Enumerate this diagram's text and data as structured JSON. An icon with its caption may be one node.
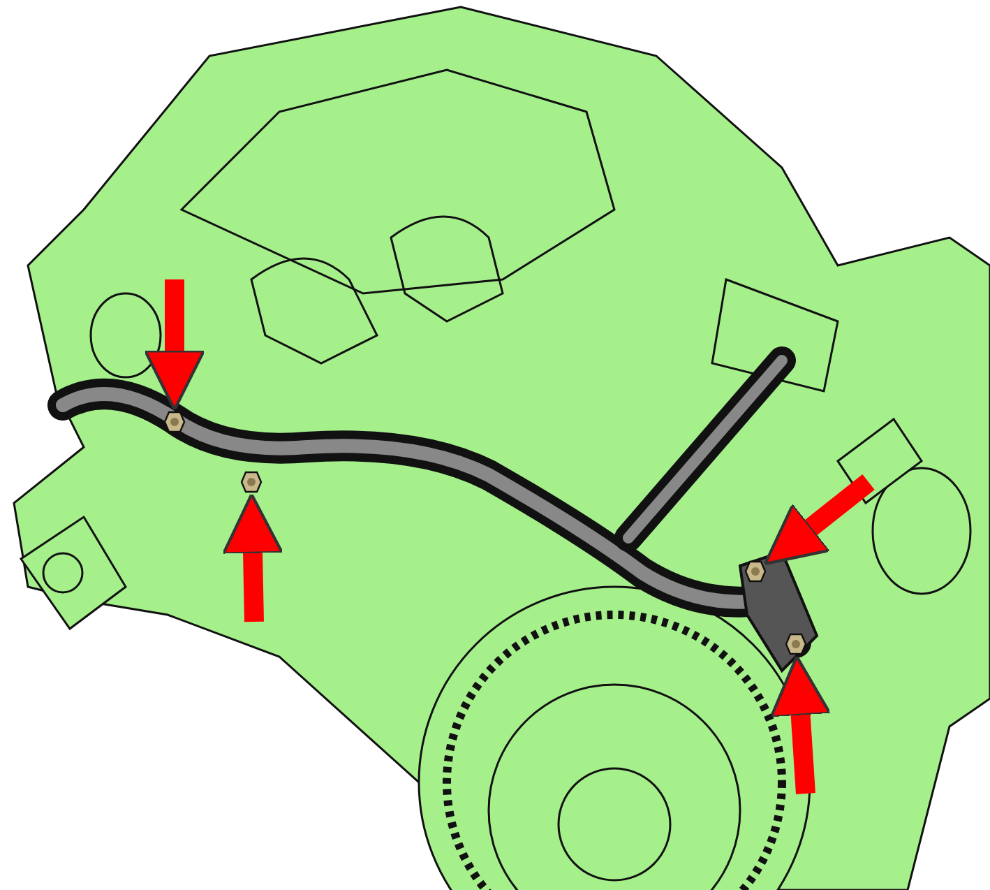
{
  "diagram": {
    "nodes": [
      {
        "text": [],
        "shape": "bolt"
      },
      {
        "text": [],
        "shape": "bolt"
      },
      {
        "text": [],
        "shape": "bolt"
      },
      {
        "text": [],
        "shape": "bolt"
      }
    ],
    "edges": [
      {
        "from": null,
        "to": 0,
        "arrow": "to",
        "color": "#ff0000"
      },
      {
        "from": null,
        "to": 1,
        "arrow": "to",
        "color": "#ff0000"
      },
      {
        "from": null,
        "to": 2,
        "arrow": "to",
        "color": "#ff0000"
      },
      {
        "from": null,
        "to": 3,
        "arrow": "to",
        "color": "#ff0000"
      }
    ]
  }
}
